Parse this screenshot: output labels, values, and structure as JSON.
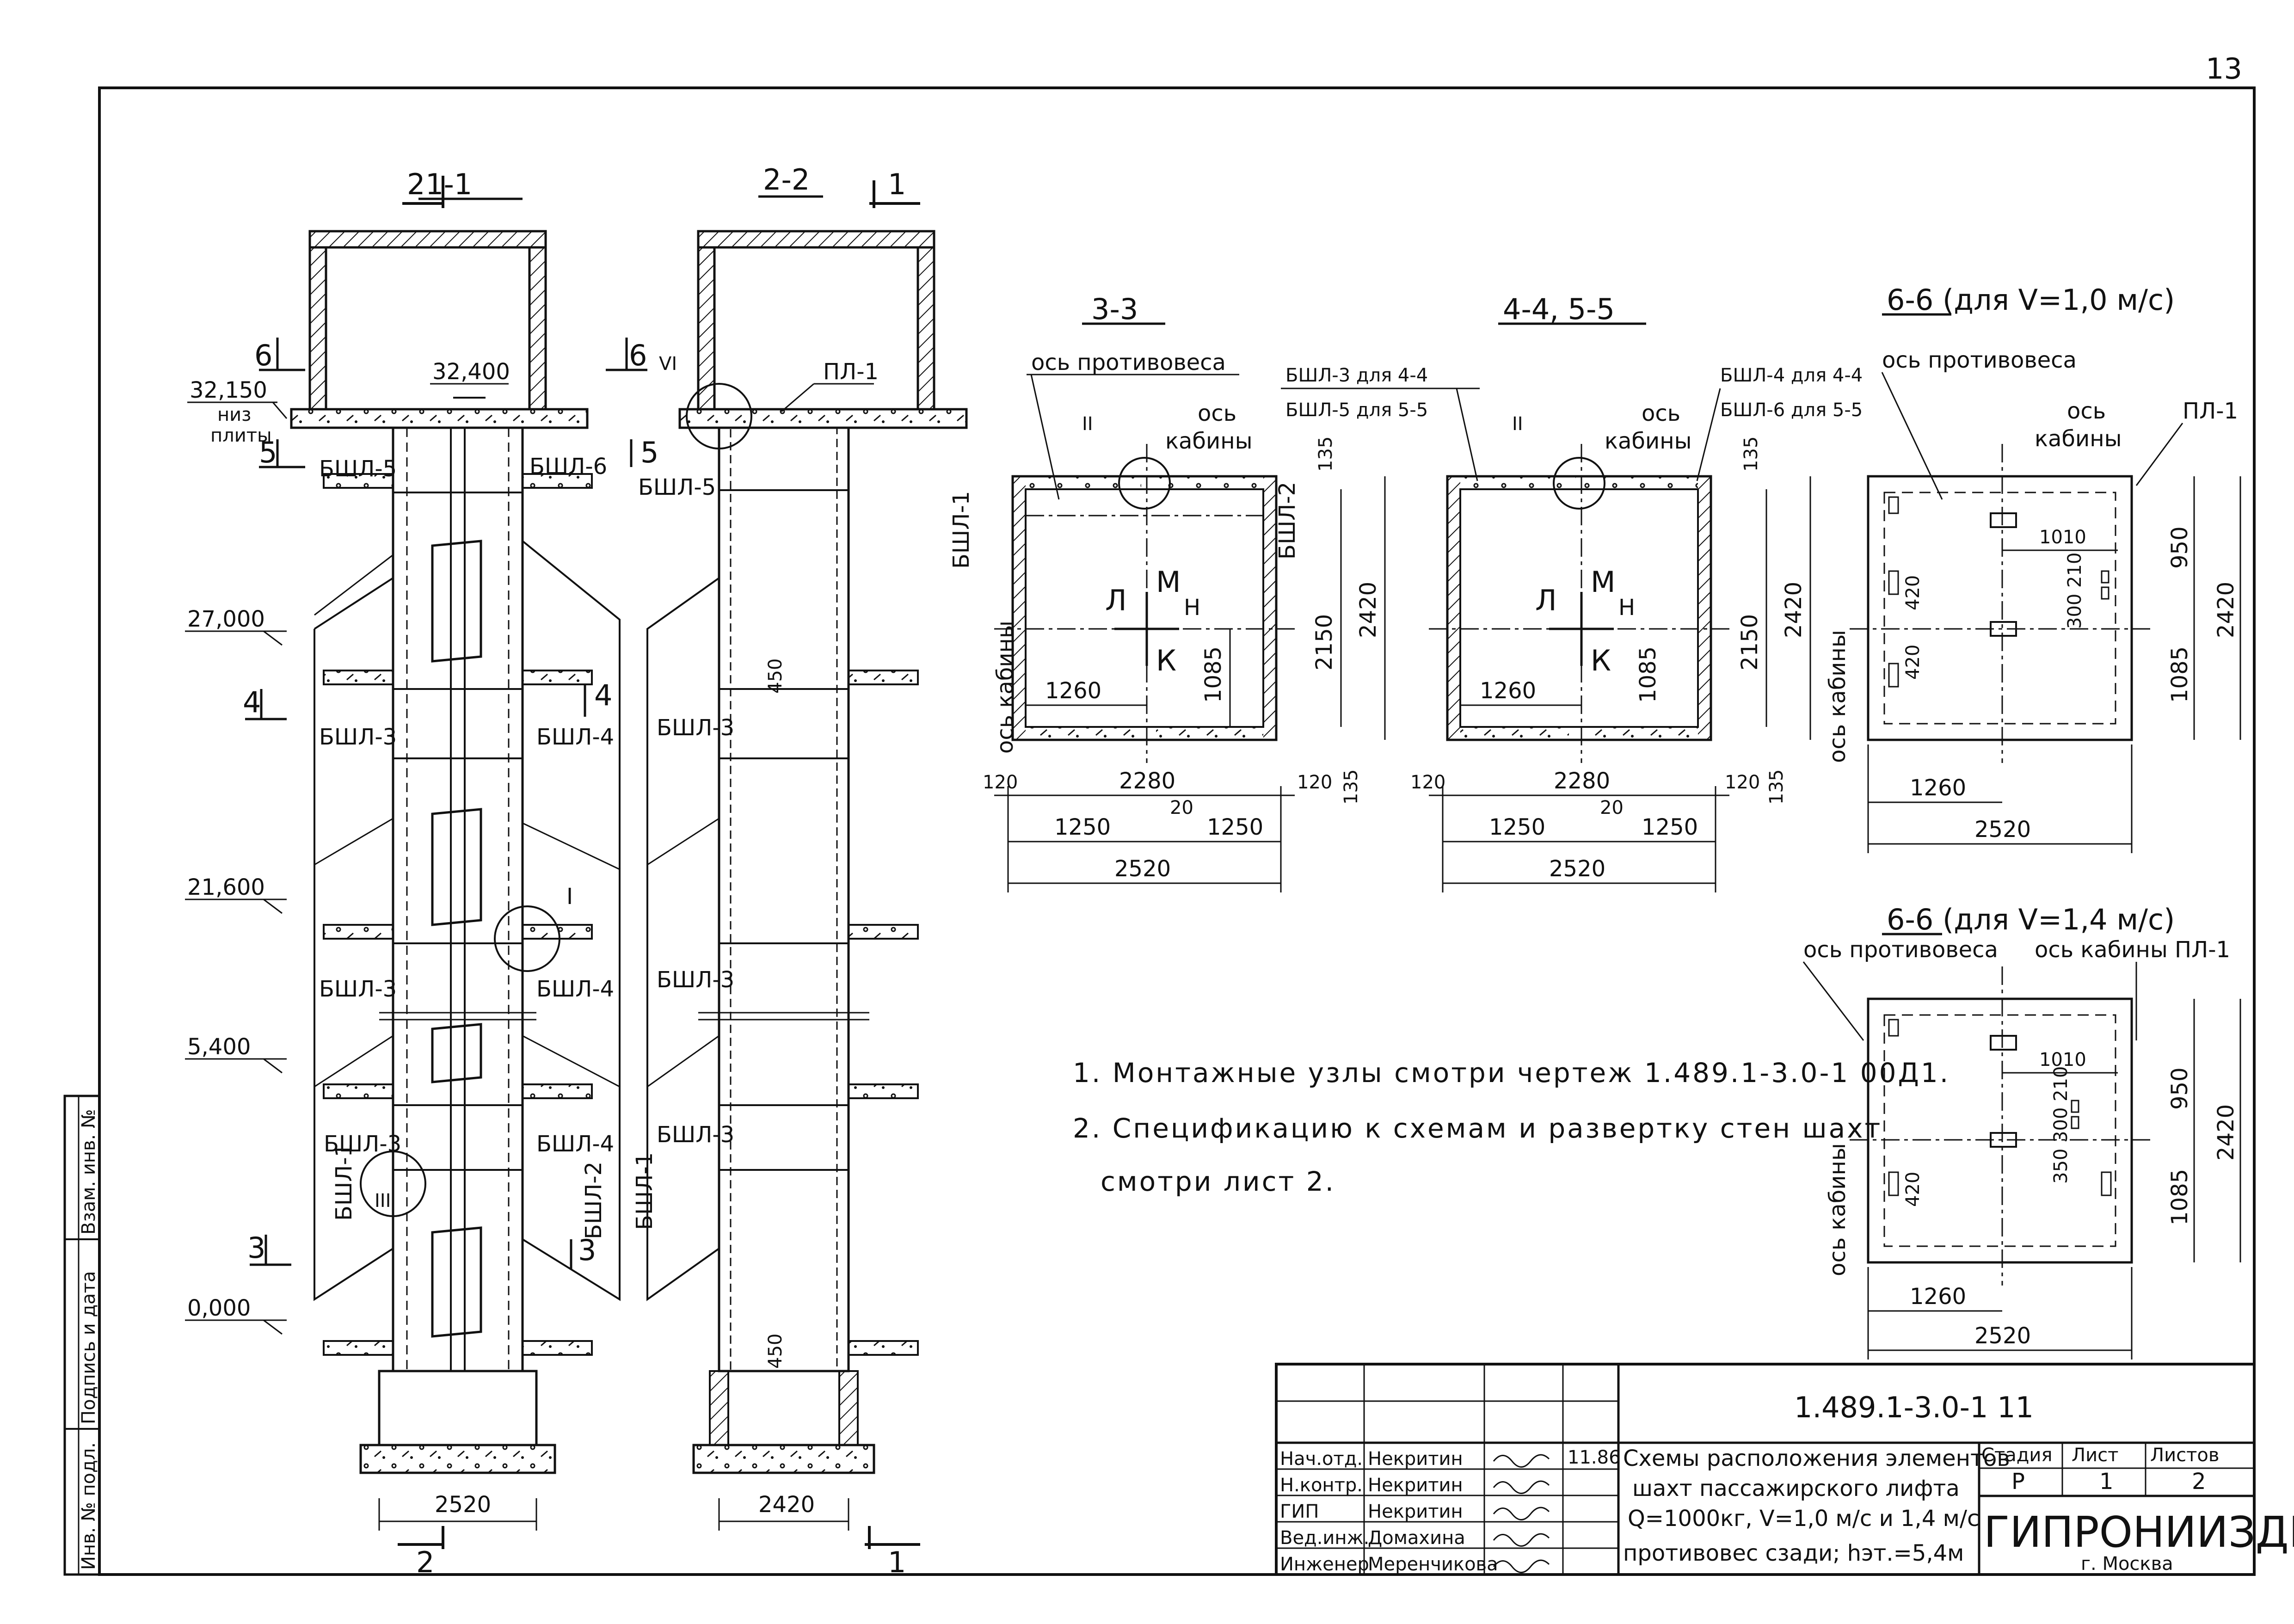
{
  "page_number": "13",
  "sections": {
    "s11": "1-1",
    "s22": "2-2",
    "s33": "3-3",
    "s44": "4-4, 5-5",
    "s66a": "6-6 (для V=1,0 м/с)",
    "s66b": "6-6 (для V=1,4 м/с)"
  },
  "marks": {
    "cut_1": "1",
    "cut_2": "2",
    "cut_3": "3",
    "cut_4": "4",
    "cut_5": "5",
    "cut_6": "6",
    "node_I": "I",
    "node_II": "II",
    "node_III": "III",
    "node_VI": "VI"
  },
  "elements": {
    "bshl1": "БШЛ-1",
    "bshl2": "БШЛ-2",
    "bshl3": "БШЛ-3",
    "bshl4": "БШЛ-4",
    "bshl5": "БШЛ-5",
    "bshl6": "БШЛ-6",
    "pl1": "ПЛ-1",
    "bshl3_45": "БШЛ-3 для 4-4",
    "bshl5_45": "БШЛ-5 для 5-5",
    "bshl4_45": "БШЛ-4 для 4-4",
    "bshl6_45": "БШЛ-6 для 5-5"
  },
  "levels": {
    "l32150": "32,150",
    "l32150_note1": "низ",
    "l32150_note2": "плиты",
    "l32400": "32,400",
    "l27000": "27,000",
    "l21600": "21,600",
    "l5400": "5,400",
    "l0000": "0,000"
  },
  "labels": {
    "axis_cw": "ось противовеса",
    "axis_cabin1": "ось",
    "axis_cabin2": "кабины",
    "axis_cabin_v": "ось кабины",
    "axis_cabin_pl": "ось кабины ПЛ-1",
    "L": "Л",
    "M": "М",
    "H": "Н",
    "K": "К"
  },
  "dims": {
    "d2520": "2520",
    "d2420": "2420",
    "d2280": "2280",
    "d1250": "1250",
    "d20": "20",
    "d120": "120",
    "d135": "135",
    "d2150": "2150",
    "d1085": "1085",
    "d1260": "1260",
    "d950": "950",
    "d1010": "1010",
    "d420": "420",
    "d300_210": "300 210",
    "d350_300_210": "350 300 210",
    "d450": "450"
  },
  "notes": {
    "n1": "1. Монтажные узлы смотри чертеж 1.489.1-3.0-1 00Д1.",
    "n2a": "2. Спецификацию к схемам и развертку стен шахт",
    "n2b": "смотри лист 2."
  },
  "side_stamp": {
    "inv_podl": "Инв. № подл.",
    "podpis": "Подпись и дата",
    "vzam": "Взам. инв. №"
  },
  "title_block": {
    "code": "1.489.1-3.0-1 11",
    "title1": "Схемы расположения элементов",
    "title2": "шахт пассажирского лифта",
    "title3": "Q=1000кг, V=1,0 м/с и 1,4 м/с",
    "title4": "противовес сзади; hэт.=5,4м",
    "h_stage": "Стадия",
    "h_sheet": "Лист",
    "h_sheets": "Листов",
    "stage": "Р",
    "sheet": "1",
    "sheets": "2",
    "org": "ГИПРОНИИЗДРАВ",
    "city": "г. Москва",
    "date": "11.86",
    "roles": [
      {
        "role": "Нач.отд.",
        "name": "Некритин"
      },
      {
        "role": "Н.контр.",
        "name": "Некритин"
      },
      {
        "role": "ГИП",
        "name": "Некритин"
      },
      {
        "role": "Вед.инж.",
        "name": "Домахина"
      },
      {
        "role": "Инженер",
        "name": "Меренчикова"
      }
    ]
  }
}
